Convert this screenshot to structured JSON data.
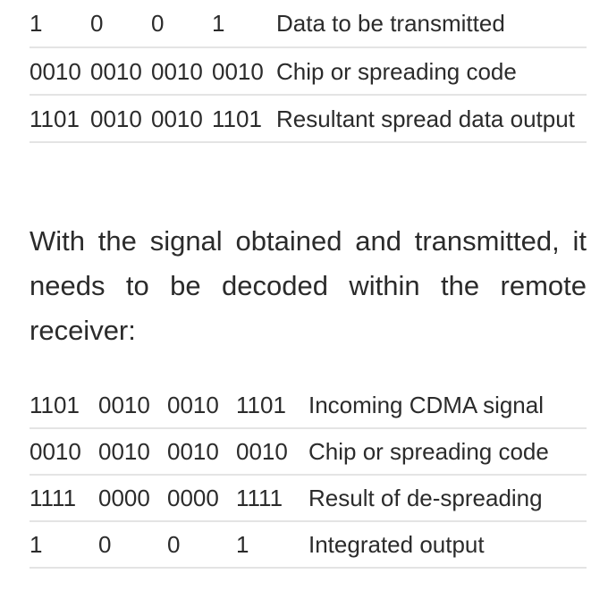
{
  "table1": {
    "rows": [
      {
        "bits": [
          "1",
          "0",
          "0",
          "1"
        ],
        "label": "Data to be transmitted"
      },
      {
        "bits": [
          "0010",
          "0010",
          "0010",
          "0010"
        ],
        "label": "Chip or spreading code"
      },
      {
        "bits": [
          "1101",
          "0010",
          "0010",
          "1101"
        ],
        "label": "Resultant spread data output"
      }
    ]
  },
  "paragraph": "With the signal obtained and transmitted, it needs to be decoded within the remote receiver:",
  "table2": {
    "rows": [
      {
        "bits": [
          "1101",
          "0010",
          "0010",
          "1101"
        ],
        "label": "Incoming CDMA signal"
      },
      {
        "bits": [
          "0010",
          "0010",
          "0010",
          "0010"
        ],
        "label": "Chip or spreading code"
      },
      {
        "bits": [
          "1111",
          "0000",
          "0000",
          "1111"
        ],
        "label": "Result of de-spreading"
      },
      {
        "bits": [
          "1",
          "0",
          "0",
          "1"
        ],
        "label": "Integrated output"
      }
    ]
  },
  "colors": {
    "text": "#2b2b2b",
    "divider": "#e4e4e4",
    "background": "#ffffff"
  }
}
